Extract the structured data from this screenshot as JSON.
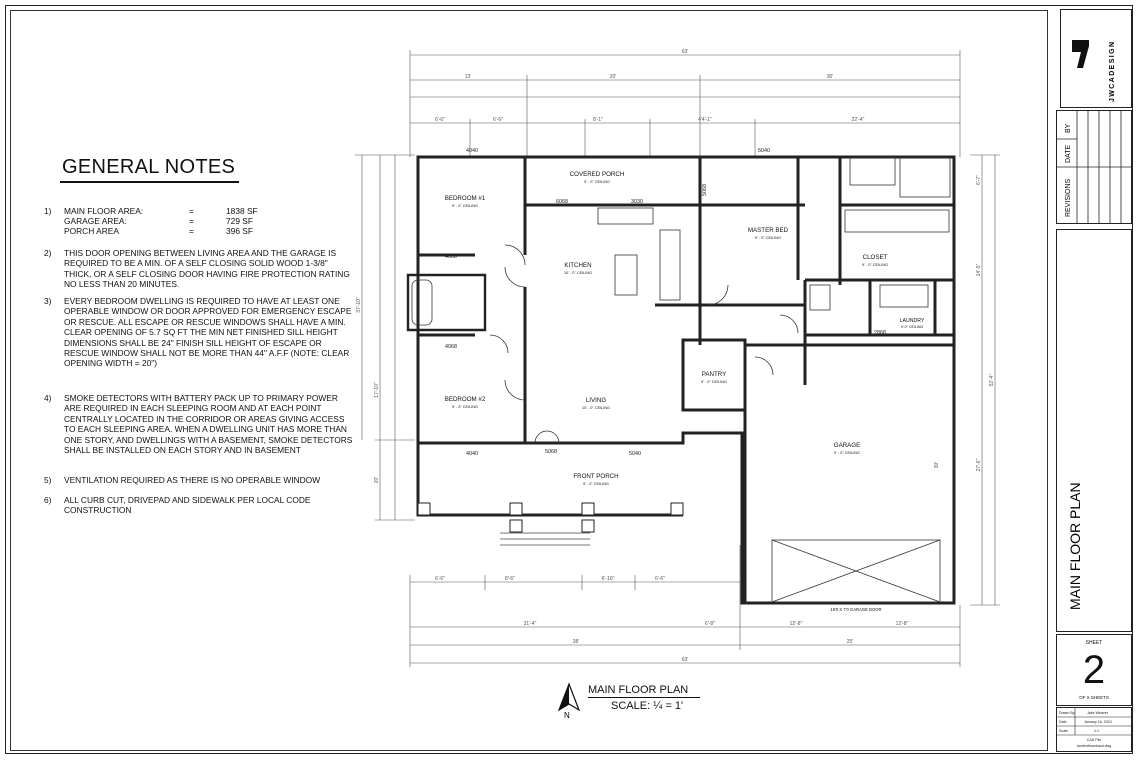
{
  "notes": {
    "title": "GENERAL NOTES",
    "items": [
      {
        "num": "1)",
        "text": ""
      },
      {
        "num": "2)",
        "text": "THIS DOOR OPENING BETWEEN LIVING AREA AND THE GARAGE IS REQUIRED TO BE A MIN. OF A SELF CLOSING SOLID WOOD 1-3/8\" THICK, OR A SELF CLOSING DOOR HAVING FIRE PROTECTION RATING NO LESS THAN 20 MINUTES."
      },
      {
        "num": "3)",
        "text": "EVERY BEDROOM DWELLING IS REQUIRED TO HAVE AT LEAST ONE OPERABLE WINDOW OR DOOR APPROVED FOR EMERGENCY ESCAPE OR RESCUE. ALL ESCAPE OR RESCUE WINDOWS SHALL HAVE A MIN. CLEAR OPENING OF 5.7 SQ FT THE MIN NET FINISHED SILL HEIGHT DIMENSIONS SHALL BE 24\" FINISH SILL HEIGHT OF ESCAPE OR RESCUE WINDOW SHALL NOT BE MORE THAN 44\" A.F.F (NOTE: CLEAR OPENING WIDTH = 20\")"
      },
      {
        "num": "4)",
        "text": "SMOKE DETECTORS WITH BATTERY PACK UP TO PRIMARY POWER ARE REQUIRED IN EACH SLEEPING ROOM AND AT EACH POINT CENTRALLY LOCATED IN THE CORRIDOR OR AREAS GIVING ACCESS TO EACH SLEEPING AREA.  WHEN A DWELLING UNIT HAS MORE THAN ONE STORY, AND DWELLINGS WITH A BASEMENT, SMOKE DETECTORS SHALL BE INSTALLED ON EACH STORY AND IN BASEMENT"
      },
      {
        "num": "5)",
        "text": "VENTILATION REQUIRED AS THERE IS NO OPERABLE WINDOW"
      },
      {
        "num": "6)",
        "text": "ALL CURB CUT, DRIVEPAD AND SIDEWALK PER LOCAL CODE CONSTRUCTION"
      }
    ],
    "areas": [
      {
        "label": "MAIN FLOOR AREA:",
        "eq": "=",
        "value": "1838 SF"
      },
      {
        "label": "GARAGE AREA:",
        "eq": "=",
        "value": "729 SF"
      },
      {
        "label": "PORCH AREA",
        "eq": "=",
        "value": "396 SF"
      }
    ]
  },
  "title_block": {
    "logo_text": "JWCADESIGN",
    "date_label": "DATE",
    "by_label": "BY",
    "revisions_label": "REVISIONS",
    "sheet_title": "MAIN FLOOR PLAN",
    "sheet_label": "SHEET",
    "sheet_number": "2",
    "sheet_of": "OF X SHEETS",
    "drawn_by_label": "Drawn By",
    "drawn_by": "Jake Weaver",
    "date_row_label": "Date",
    "date": "January 16, 2024",
    "scale_row_label": "Scale",
    "scale": "1:1",
    "cad_file_label": "CAD File",
    "cad_file": "tanderdhaminaut.dwg"
  },
  "plan": {
    "caption": "MAIN FLOOR PLAN",
    "scale_caption": "SCALE: ¼ = 1'",
    "north": "N",
    "rooms": [
      {
        "name": "BEDROOM #1",
        "ceiling": "9' - 0\" CEILING"
      },
      {
        "name": "COVERED PORCH",
        "ceiling": "9' - 0\" CEILING"
      },
      {
        "name": "KITCHEN",
        "ceiling": "10' - 0\" CEILING"
      },
      {
        "name": "MASTER BED",
        "ceiling": "9' - 0\" CEILING"
      },
      {
        "name": "CLOSET",
        "ceiling": "9' - 0\" CEILING"
      },
      {
        "name": "LAUNDRY",
        "ceiling": "9'-0\" CEILING"
      },
      {
        "name": "PANTRY",
        "ceiling": "9' - 0\" CEILING"
      },
      {
        "name": "BEDROOM #2",
        "ceiling": "9' - 0\" CEILING"
      },
      {
        "name": "LIVING",
        "ceiling": "10' - 0\" CEILING"
      },
      {
        "name": "FRONT PORCH",
        "ceiling": "9' - 0\" CEILING"
      },
      {
        "name": "GARAGE",
        "ceiling": "9' - 0\" CEILING"
      }
    ],
    "openings": [
      "4040",
      "5040",
      "6068",
      "3030",
      "5068",
      "4068",
      "2868",
      "4068",
      "4040",
      "5068",
      "5040",
      "3068",
      "2068",
      "2068",
      "4068"
    ],
    "garage_door": "16'0 X 7'0 GARAGE DOOR",
    "dims_top": [
      "63'",
      "13'",
      "20'",
      "30'",
      "6'-6\"",
      "6'-6\"",
      "8'-1\"",
      "4'4'-1\"",
      "22'-4\""
    ],
    "dims_bottom": [
      "6'-6\"",
      "8'-6\"",
      "6'-10\"",
      "6'-6\"",
      "31'-4\"",
      "6'-8\"",
      "12'-8\"",
      "12'-8\"",
      "38'",
      "25'",
      "63'"
    ],
    "dims_left": [
      "37'-10\"",
      "17'-10\"",
      "20'"
    ],
    "dims_right": [
      "52'-4\"",
      "27'-6\"",
      "14'-5\"",
      "6'-7\"",
      "30'"
    ]
  }
}
